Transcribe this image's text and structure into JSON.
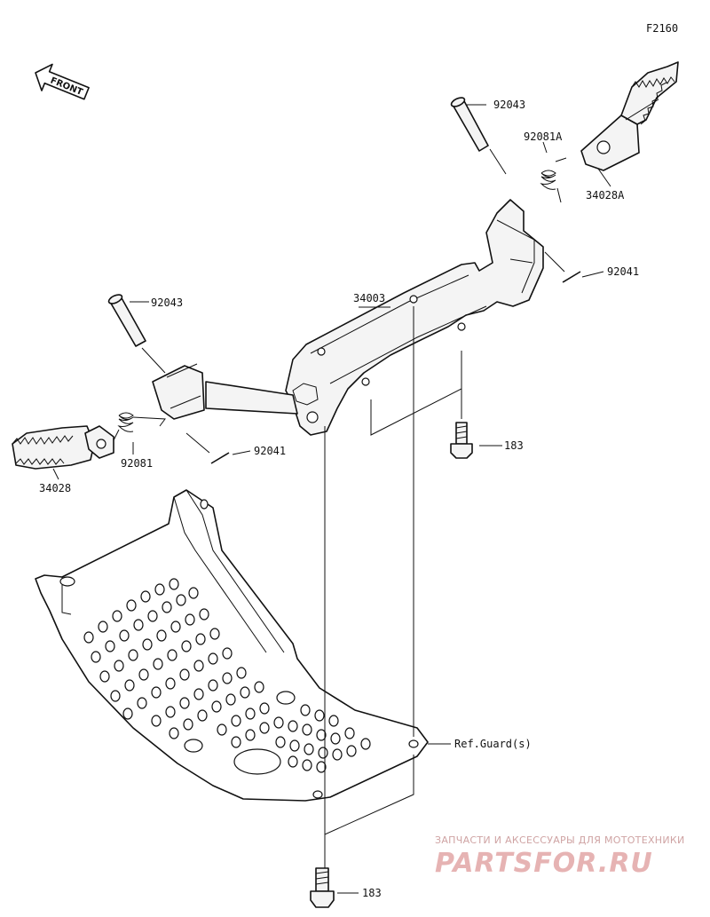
{
  "figure_code": "F2160",
  "front_marker": "FRONT",
  "callouts": [
    {
      "id": "c-92043-top",
      "text": "92043"
    },
    {
      "id": "c-92081a",
      "text": "92081A"
    },
    {
      "id": "c-34028a",
      "text": "34028A"
    },
    {
      "id": "c-92041-right",
      "text": "92041"
    },
    {
      "id": "c-34003",
      "text": "34003"
    },
    {
      "id": "c-92043-left",
      "text": "92043"
    },
    {
      "id": "c-183-top",
      "text": "183"
    },
    {
      "id": "c-92081",
      "text": "92081"
    },
    {
      "id": "c-92041-left",
      "text": "92041"
    },
    {
      "id": "c-34028",
      "text": "34028"
    },
    {
      "id": "c-ref-guard",
      "text": "Ref.Guard(s)"
    },
    {
      "id": "c-183-bottom",
      "text": "183"
    }
  ],
  "watermark": {
    "line1": "ЗАПЧАСТИ И АКСЕССУАРЫ ДЛЯ МОТОТЕХНИКИ",
    "line2": "PARTSFOR.RU"
  }
}
